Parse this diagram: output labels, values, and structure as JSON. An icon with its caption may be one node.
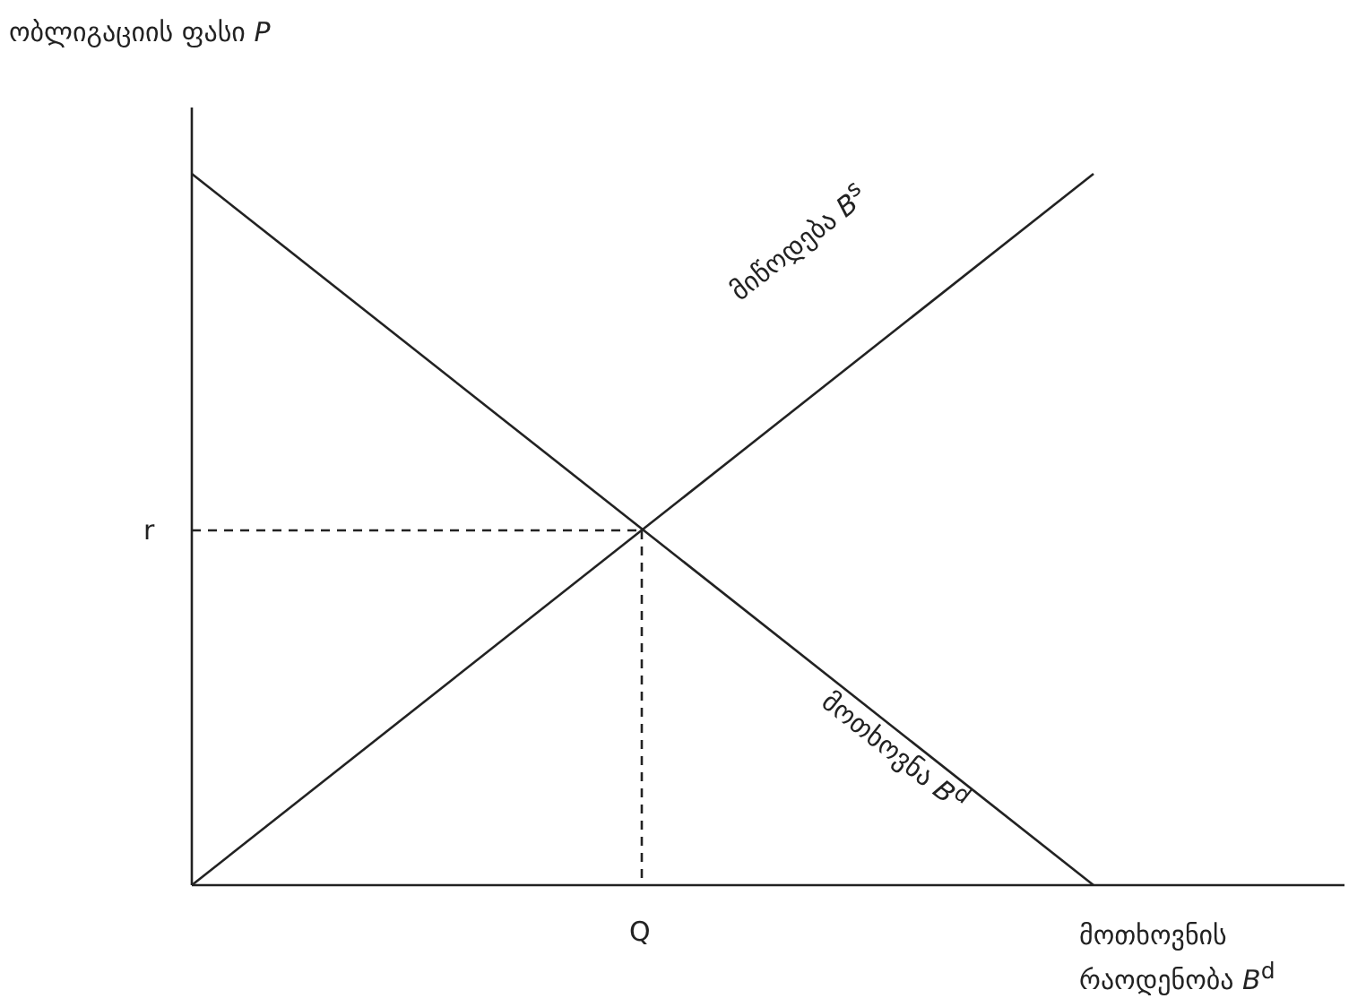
{
  "diagram": {
    "labels": [
      "ობლიგაციის ფასი *P*",
      "მიწოდება *B*$^{s}$",
      "r",
      "მოთხოვნა *B*$^{d}$",
      "Q",
      "მოთხოვნის რაოდენობა *B*$^{d}$"
    ]
  }
}
